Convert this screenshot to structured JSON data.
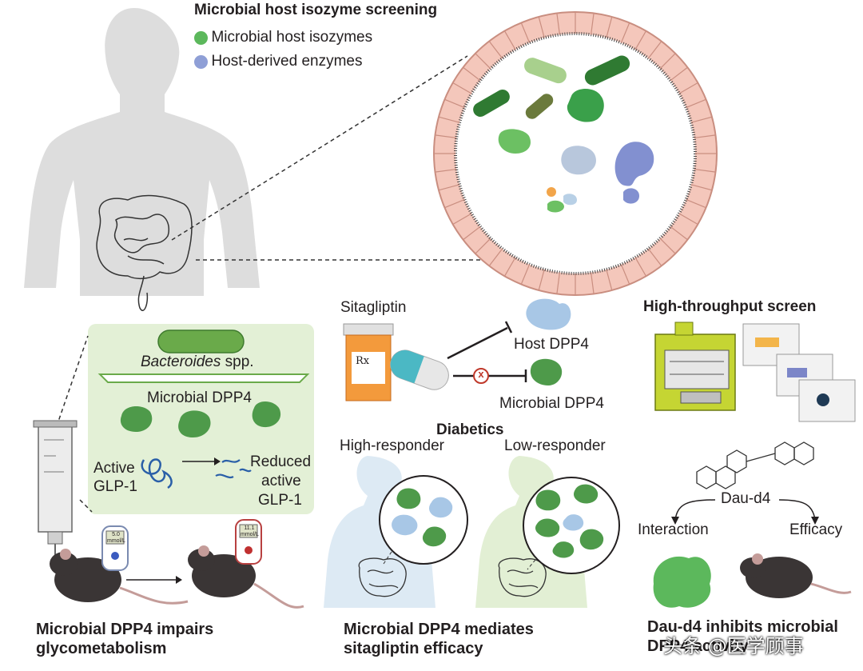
{
  "screening": {
    "title": "Microbial host isozyme screening",
    "legend": [
      {
        "label": "Microbial host isozymes",
        "color": "#5cb85c"
      },
      {
        "label": "Host-derived enzymes",
        "color": "#8f9fd6"
      }
    ]
  },
  "gut_panel": {
    "bacteria_label": "Bacteroides",
    "bacteria_suffix": " spp.",
    "enzyme_label": "Microbial DPP4",
    "active_label_1": "Active",
    "active_label_2": "GLP-1",
    "reduced_label_1": "Reduced",
    "reduced_label_2": "active",
    "reduced_label_3": "GLP-1",
    "caption_1": "Microbial DPP4 impairs",
    "caption_2": "glycometabolism",
    "meter_1": "5.0",
    "meter_2": "11.1",
    "meter_unit": "mmol/L"
  },
  "sitagliptin_panel": {
    "drug_label": "Sitagliptin",
    "bottle_mark": "Rx",
    "host_target": "Host DPP4",
    "microbial_target": "Microbial DPP4",
    "block_mark": "x",
    "group_title": "Diabetics",
    "high_label": "High-responder",
    "low_label": "Low-responder",
    "caption_1": "Microbial DPP4 mediates",
    "caption_2": "sitagliptin efficacy"
  },
  "screen_panel": {
    "title": "High-throughput screen",
    "compound": "Dau-d4",
    "branch_left": "Interaction",
    "branch_right": "Efficacy",
    "caption_1": "Dau-d4 inhibits microbial",
    "caption_2": "DPP4 activity"
  },
  "watermark": "头条 @医学顾事",
  "colors": {
    "microbial_green": "#4e9a4a",
    "host_blue": "#8fb3dd",
    "panel_green": "#e3f0d6",
    "bacteria_green": "#6aaa4a",
    "cell_pink": "#f7d8cf"
  }
}
